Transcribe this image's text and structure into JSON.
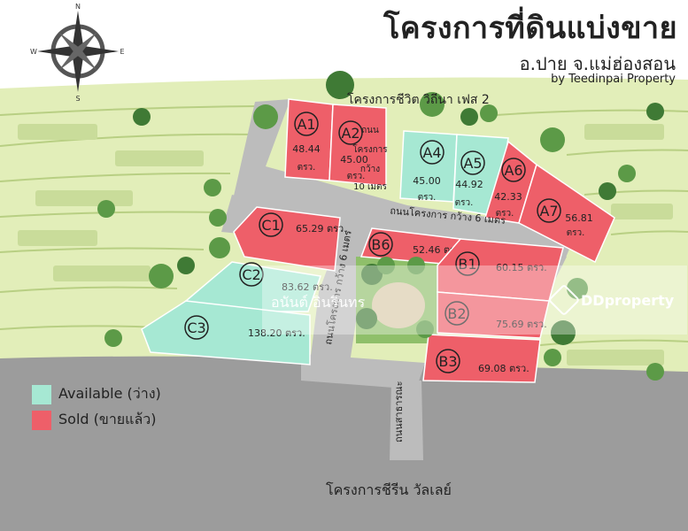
{
  "header": {
    "title": "โครงการที่ดินแบ่งขาย",
    "subtitle": "อ.ปาย จ.แม่ฮ่องสอน",
    "byline": "by Teedinpai Property"
  },
  "compass": {
    "n": "N",
    "e": "E",
    "s": "S",
    "w": "W"
  },
  "neighbors": {
    "top": "โครงการชีวิต วิถีนา เฟส 2",
    "bottom": "โครงการชีรีน วัลเลย์"
  },
  "roads": {
    "project_road_10m": [
      "ถนน",
      "โครงการ",
      "กว้าง",
      "10 เมตร"
    ],
    "project_road_6m_horizontal": "ถนนโครงการ กว้าง 6 เมตร",
    "project_road_6m_vertical": "ถนนโครงการ กว้าง 6 เมตร",
    "public_road": "ถนนสาธารณะ"
  },
  "unit": "ตรว.",
  "colors": {
    "available": "#a6e8d3",
    "sold": "#ee5f69",
    "road": "#b9b9b9",
    "ground": "#9d9d9d",
    "field": "#d9e9b0"
  },
  "legend": {
    "available": "Available (ว่าง)",
    "sold": "Sold (ขายแล้ว)"
  },
  "plots": [
    {
      "id": "A1",
      "area": "48.44",
      "status": "sold"
    },
    {
      "id": "A2",
      "area": "45.00",
      "status": "sold"
    },
    {
      "id": "A4",
      "area": "45.00",
      "status": "available"
    },
    {
      "id": "A5",
      "area": "44.92",
      "status": "available"
    },
    {
      "id": "A6",
      "area": "42.33",
      "status": "sold"
    },
    {
      "id": "A7",
      "area": "56.81",
      "status": "sold"
    },
    {
      "id": "C1",
      "area": "65.29",
      "status": "sold"
    },
    {
      "id": "C2",
      "area": "83.62",
      "status": "available"
    },
    {
      "id": "C3",
      "area": "138.20",
      "status": "available"
    },
    {
      "id": "B6",
      "area": "52.46",
      "status": "sold"
    },
    {
      "id": "B1",
      "area": "60.15",
      "status": "sold"
    },
    {
      "id": "B2",
      "area": "75.69",
      "status": "sold"
    },
    {
      "id": "B3",
      "area": "69.08",
      "status": "sold"
    }
  ],
  "watermark": {
    "owner": "อนันต์ อินรินทร",
    "brand": "DDproperty"
  }
}
